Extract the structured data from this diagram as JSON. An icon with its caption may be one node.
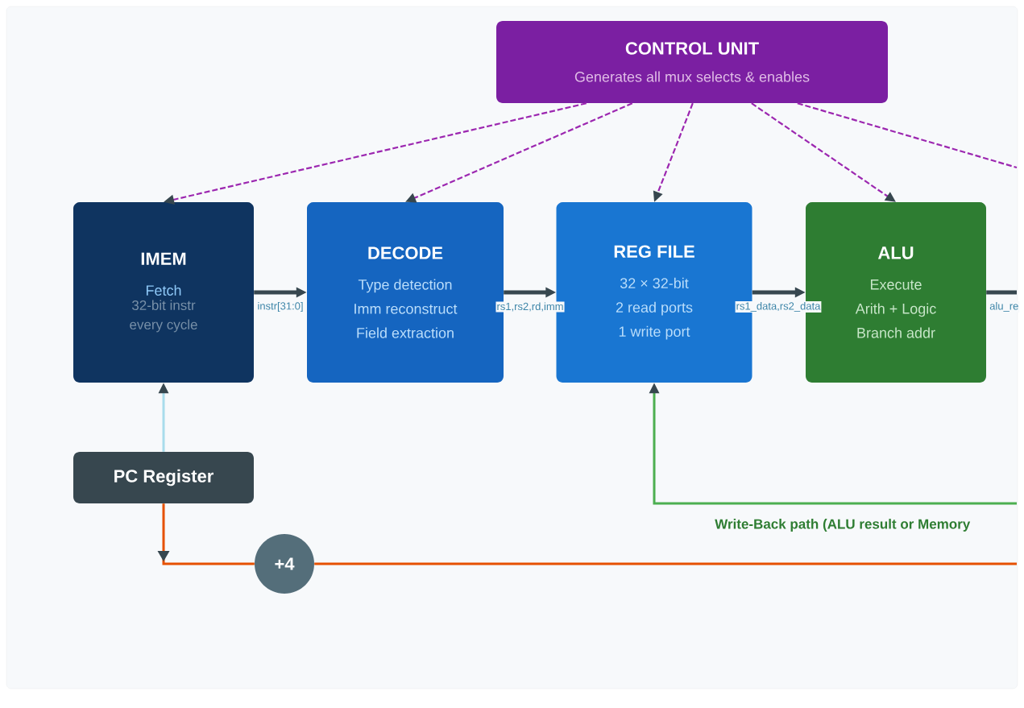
{
  "diagram": {
    "nodes": [
      {
        "text": [
          "CONTROL UNIT",
          "Generates all mux selects & enables"
        ]
      },
      {
        "text": [
          "IMEM",
          "Fetch",
          "32-bit instr every cycle"
        ]
      },
      {
        "text": [
          "DECODE",
          "Type detection",
          "Imm reconstruct",
          "Field extraction"
        ]
      },
      {
        "text": [
          "REG FILE",
          "32 × 32-bit",
          "2 read ports",
          "1 write port"
        ]
      },
      {
        "text": [
          "ALU",
          "Execute",
          "Arith + Logic",
          "Branch addr"
        ]
      },
      {
        "text": [
          "PC Register"
        ]
      },
      {
        "text": [
          "+4"
        ]
      }
    ],
    "edges": [
      {
        "from": 0,
        "to": 1,
        "arrow": "to",
        "style": "dashed",
        "color": "#9c27b0"
      },
      {
        "from": 0,
        "to": 2,
        "arrow": "to",
        "style": "dashed",
        "color": "#9c27b0"
      },
      {
        "from": 0,
        "to": 3,
        "arrow": "to",
        "style": "dashed",
        "color": "#9c27b0"
      },
      {
        "from": 0,
        "to": 4,
        "arrow": "to",
        "style": "dashed",
        "color": "#9c27b0"
      },
      {
        "from": 0,
        "to": null,
        "arrow": "none",
        "style": "dashed",
        "color": "#9c27b0"
      },
      {
        "from": 1,
        "to": 2,
        "arrow": "to",
        "color": "#37474f",
        "label": "instr[31:0]"
      },
      {
        "from": 2,
        "to": 3,
        "arrow": "to",
        "color": "#37474f",
        "label": "rs1,rs2,rd,imm"
      },
      {
        "from": 3,
        "to": 4,
        "arrow": "to",
        "color": "#37474f",
        "label": "rs1_data,rs2_data"
      },
      {
        "from": 4,
        "to": null,
        "arrow": "none",
        "color": "#37474f",
        "label": "alu_re"
      },
      {
        "from": 5,
        "to": 1,
        "arrow": "to",
        "color": "#a8dcec"
      },
      {
        "from": 5,
        "to": 6,
        "arrow": "to",
        "color": "#e65100"
      },
      {
        "from": 6,
        "to": null,
        "arrow": "none",
        "color": "#e65100"
      },
      {
        "from": null,
        "to": 3,
        "arrow": "to",
        "color": "#4caf50",
        "label": "Write-Back path (ALU result or Memory"
      }
    ]
  }
}
